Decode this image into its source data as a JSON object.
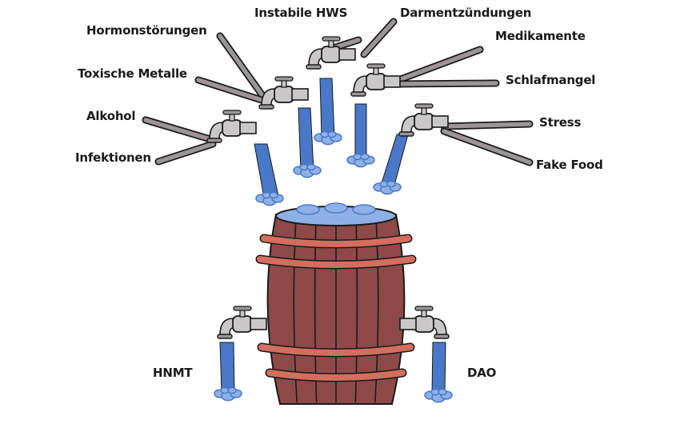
{
  "diagram": {
    "subject": "barrel-with-inflow-and-outflow-taps",
    "inflow_labels": [
      "Hormonstörungen",
      "Toxische Metalle",
      "Alkohol",
      "Infektionen",
      "Instabile HWS",
      "Darmentzündungen",
      "Medikamente",
      "Schlafmangel",
      "Stress",
      "Fake Food"
    ],
    "outflow_labels": [
      "HNMT",
      "DAO"
    ]
  },
  "colors": {
    "barrel_wood": "#8e4a48",
    "barrel_hoop": "#d46e5e",
    "water": "#4a78c8",
    "water_light": "#8fb0e6",
    "pipe_grey": "#9a9698",
    "faucet_grey": "#c9c7c8",
    "outline": "#1a1a1a",
    "label_text": "#1a1a1a"
  },
  "icons": {
    "faucet": "faucet-icon",
    "barrel": "barrel-icon",
    "pipe": "pipe-icon",
    "water_stream": "water-stream-icon",
    "splash": "splash-icon"
  }
}
